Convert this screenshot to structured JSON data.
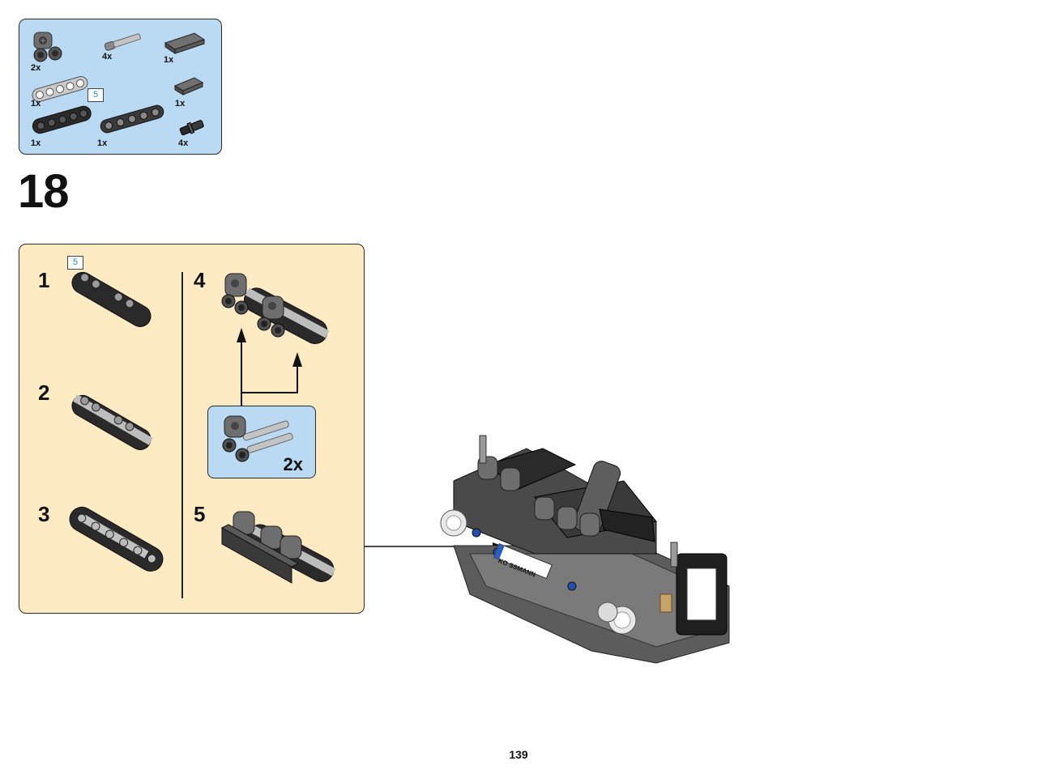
{
  "parts_list": {
    "items": [
      {
        "qty": "2x",
        "icon": "double-pin-connector-icon"
      },
      {
        "qty": "4x",
        "icon": "axle-pin-icon"
      },
      {
        "qty": "1x",
        "icon": "flat-tile-long-icon"
      },
      {
        "qty": "1x",
        "icon": "light-gray-beam-5-icon"
      },
      {
        "qty": "1x",
        "icon": "flat-tile-short-icon"
      },
      {
        "qty": "1x",
        "icon": "black-beam-5-icon"
      },
      {
        "qty": "1x",
        "icon": "dark-beam-5-icon"
      },
      {
        "qty": "4x",
        "icon": "black-pin-icon"
      }
    ],
    "ref_length": "5"
  },
  "step": {
    "number": "18"
  },
  "sub_steps": {
    "ref_length": "5",
    "steps": [
      {
        "number": "1"
      },
      {
        "number": "2"
      },
      {
        "number": "3"
      },
      {
        "number": "4"
      },
      {
        "number": "5"
      }
    ],
    "callout": {
      "qty": "2x"
    }
  },
  "model": {
    "plate_text": "KO SSMANN"
  },
  "colors": {
    "parts_bg": "#b9daf2",
    "sub_bg": "#feebc4",
    "ref_text": "#1c8fd6",
    "beam_black": "#2a2a2a",
    "beam_gray": "#8c8c8c",
    "stripe_light": "#c8c8c8"
  },
  "page": {
    "number": "139"
  }
}
